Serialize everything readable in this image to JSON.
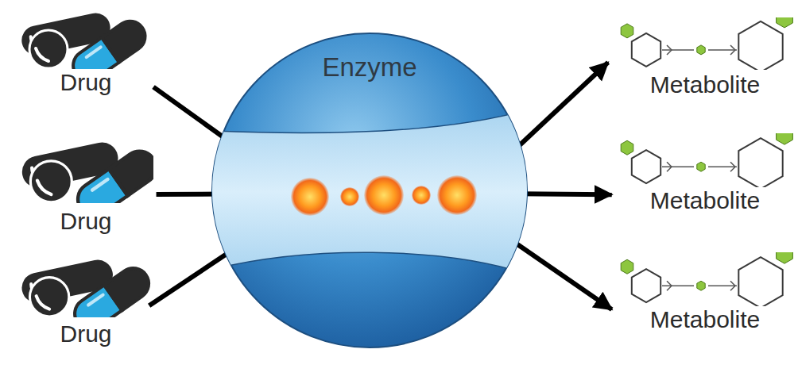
{
  "diagram": {
    "nodes": [
      {
        "text": [
          "Drug"
        ]
      },
      {
        "text": [
          "Drug"
        ]
      },
      {
        "text": [
          "Drug"
        ]
      },
      {
        "text": [
          "Enzyme"
        ]
      },
      {
        "text": [
          "Metabolite"
        ]
      },
      {
        "text": [
          "Metabolite"
        ]
      },
      {
        "text": [
          "Metabolite"
        ]
      }
    ],
    "edges": [
      {
        "from": 0,
        "to": 3,
        "arrow": "to"
      },
      {
        "from": 1,
        "to": 3,
        "arrow": "to"
      },
      {
        "from": 2,
        "to": 3,
        "arrow": "to"
      },
      {
        "from": 3,
        "to": 4,
        "arrow": "to"
      },
      {
        "from": 3,
        "to": 5,
        "arrow": "to"
      },
      {
        "from": 3,
        "to": 6,
        "arrow": "to"
      }
    ]
  }
}
